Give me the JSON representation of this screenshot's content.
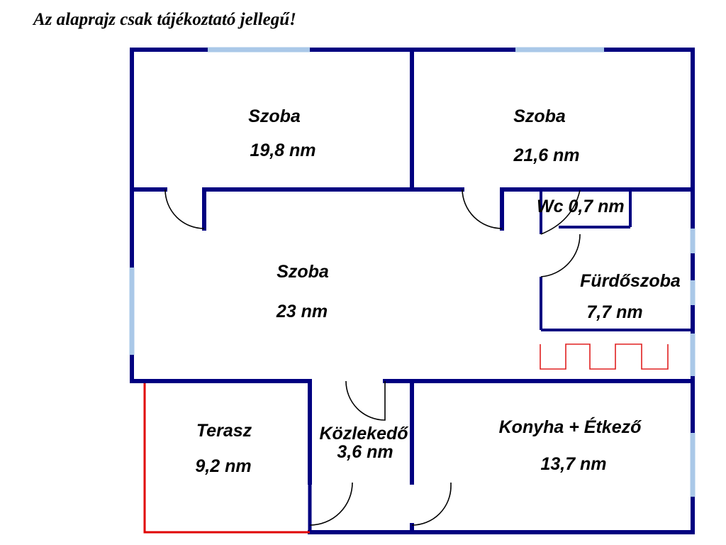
{
  "notice": "Az alaprajz csak tájékoztató jellegű!",
  "colors": {
    "wall": "#000080",
    "window": "#aac8e8",
    "terrace_edge": "#e00000",
    "radiator": "#e02020",
    "door": "#000000"
  },
  "rooms": [
    {
      "name": "Szoba",
      "area": "19,8 nm"
    },
    {
      "name": "Szoba",
      "area": "21,6 nm"
    },
    {
      "name": "Szoba",
      "area": "23 nm"
    },
    {
      "name": "Wc 0,7 nm",
      "area": ""
    },
    {
      "name": "Fürdőszoba",
      "area": "7,7 nm"
    },
    {
      "name": "Terasz",
      "area": "9,2 nm"
    },
    {
      "name": "Közlekedő",
      "area": "3,6 nm"
    },
    {
      "name": "Konyha + Étkező",
      "area": "13,7 nm"
    }
  ]
}
